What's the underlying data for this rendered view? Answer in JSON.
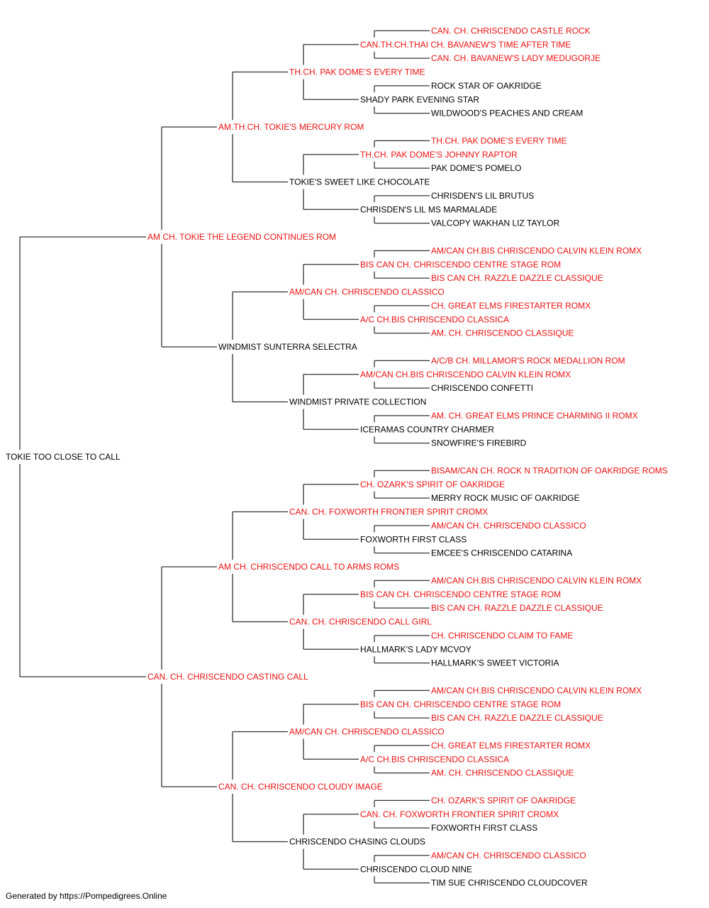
{
  "colors": {
    "champion": "#ee1111",
    "normal": "#000000",
    "line": "#333333"
  },
  "tree": {
    "name": "TOKIE TOO CLOSE TO CALL",
    "champion": false,
    "sire": {
      "name": "AM CH. TOKIE THE LEGEND CONTINUES ROM",
      "champion": true,
      "sire": {
        "name": "AM.TH.CH. TOKIE'S MERCURY ROM",
        "champion": true,
        "sire": {
          "name": "TH.CH. PAK DOME'S EVERY TIME",
          "champion": true,
          "sire": {
            "name": "CAN.TH.CH.THAI CH. BAVANEW'S TIME AFTER TIME",
            "champion": true,
            "sire": {
              "name": "CAN. CH. CHRISCENDO CASTLE ROCK",
              "champion": true
            },
            "dam": {
              "name": "CAN. CH. BAVANEW'S LADY MEDUGORJE",
              "champion": true
            }
          },
          "dam": {
            "name": "SHADY PARK EVENING STAR",
            "champion": false,
            "sire": {
              "name": "ROCK STAR OF OAKRIDGE",
              "champion": false
            },
            "dam": {
              "name": "WILDWOOD'S PEACHES AND CREAM",
              "champion": false
            }
          }
        },
        "dam": {
          "name": "TOKIE'S SWEET LIKE CHOCOLATE",
          "champion": false,
          "sire": {
            "name": "TH.CH. PAK DOME'S JOHNNY RAPTOR",
            "champion": true,
            "sire": {
              "name": "TH.CH. PAK DOME'S EVERY TIME",
              "champion": true
            },
            "dam": {
              "name": "PAK DOME'S POMELO",
              "champion": false
            }
          },
          "dam": {
            "name": "CHRISDEN'S LIL MS MARMALADE",
            "champion": false,
            "sire": {
              "name": "CHRISDEN'S LIL BRUTUS",
              "champion": false
            },
            "dam": {
              "name": "VALCOPY WAKHAN LIZ TAYLOR",
              "champion": false
            }
          }
        }
      },
      "dam": {
        "name": "WINDMIST SUNTERRA SELECTRA",
        "champion": false,
        "sire": {
          "name": "AM/CAN CH. CHRISCENDO CLASSICO",
          "champion": true,
          "sire": {
            "name": "BIS CAN CH. CHRISCENDO CENTRE STAGE ROM",
            "champion": true,
            "sire": {
              "name": "AM/CAN CH.BIS CHRISCENDO CALVIN KLEIN ROMX",
              "champion": true
            },
            "dam": {
              "name": "BIS CAN CH. RAZZLE DAZZLE CLASSIQUE",
              "champion": true
            }
          },
          "dam": {
            "name": "A/C CH.BIS CHRISCENDO CLASSICA",
            "champion": true,
            "sire": {
              "name": "CH. GREAT ELMS FIRESTARTER ROMX",
              "champion": true
            },
            "dam": {
              "name": "AM. CH. CHRISCENDO CLASSIQUE",
              "champion": true
            }
          }
        },
        "dam": {
          "name": "WINDMIST PRIVATE COLLECTION",
          "champion": false,
          "sire": {
            "name": "AM/CAN CH.BIS CHRISCENDO CALVIN KLEIN ROMX",
            "champion": true,
            "sire": {
              "name": "A/C/B CH. MILLAMOR'S ROCK MEDALLION ROM",
              "champion": true
            },
            "dam": {
              "name": "CHRISCENDO CONFETTI",
              "champion": false
            }
          },
          "dam": {
            "name": "ICERAMAS COUNTRY CHARMER",
            "champion": false,
            "sire": {
              "name": "AM. CH. GREAT ELMS PRINCE CHARMING II ROMX",
              "champion": true
            },
            "dam": {
              "name": "SNOWFIRE'S FIREBIRD",
              "champion": false
            }
          }
        }
      }
    },
    "dam": {
      "name": "CAN. CH. CHRISCENDO CASTING CALL",
      "champion": true,
      "sire": {
        "name": "AM CH. CHRISCENDO CALL TO ARMS ROMS",
        "champion": true,
        "sire": {
          "name": "CAN. CH. FOXWORTH FRONTIER SPIRIT CROMX",
          "champion": true,
          "sire": {
            "name": "CH. OZARK'S SPIRIT OF OAKRIDGE",
            "champion": true,
            "sire": {
              "name": "BISAM/CAN CH. ROCK N TRADITION OF OAKRIDGE ROMS",
              "champion": true
            },
            "dam": {
              "name": "MERRY ROCK MUSIC OF OAKRIDGE",
              "champion": false
            }
          },
          "dam": {
            "name": "FOXWORTH FIRST CLASS",
            "champion": false,
            "sire": {
              "name": "AM/CAN CH. CHRISCENDO CLASSICO",
              "champion": true
            },
            "dam": {
              "name": "EMCEE'S CHRISCENDO CATARINA",
              "champion": false
            }
          }
        },
        "dam": {
          "name": "CAN. CH. CHRISCENDO CALL GIRL",
          "champion": true,
          "sire": {
            "name": "BIS CAN CH. CHRISCENDO CENTRE STAGE ROM",
            "champion": true,
            "sire": {
              "name": "AM/CAN CH.BIS CHRISCENDO CALVIN KLEIN ROMX",
              "champion": true
            },
            "dam": {
              "name": "BIS CAN CH. RAZZLE DAZZLE CLASSIQUE",
              "champion": true
            }
          },
          "dam": {
            "name": "HALLMARK'S LADY MCVOY",
            "champion": false,
            "sire": {
              "name": "CH. CHRISCENDO CLAIM TO FAME",
              "champion": true
            },
            "dam": {
              "name": "HALLMARK'S SWEET VICTORIA",
              "champion": false
            }
          }
        }
      },
      "dam": {
        "name": "CAN. CH. CHRISCENDO CLOUDY IMAGE",
        "champion": true,
        "sire": {
          "name": "AM/CAN CH. CHRISCENDO CLASSICO",
          "champion": true,
          "sire": {
            "name": "BIS CAN CH. CHRISCENDO CENTRE STAGE ROM",
            "champion": true,
            "sire": {
              "name": "AM/CAN CH.BIS CHRISCENDO CALVIN KLEIN ROMX",
              "champion": true
            },
            "dam": {
              "name": "BIS CAN CH. RAZZLE DAZZLE CLASSIQUE",
              "champion": true
            }
          },
          "dam": {
            "name": "A/C CH.BIS CHRISCENDO CLASSICA",
            "champion": true,
            "sire": {
              "name": "CH. GREAT ELMS FIRESTARTER ROMX",
              "champion": true
            },
            "dam": {
              "name": "AM. CH. CHRISCENDO CLASSIQUE",
              "champion": true
            }
          }
        },
        "dam": {
          "name": "CHRISCENDO CHASING CLOUDS",
          "champion": false,
          "sire": {
            "name": "CAN. CH. FOXWORTH FRONTIER SPIRIT CROMX",
            "champion": true,
            "sire": {
              "name": "CH. OZARK'S SPIRIT OF OAKRIDGE",
              "champion": true
            },
            "dam": {
              "name": "FOXWORTH FIRST CLASS",
              "champion": false
            }
          },
          "dam": {
            "name": "CHRISCENDO CLOUD NINE",
            "champion": false,
            "sire": {
              "name": "AM/CAN CH. CHRISCENDO CLASSICO",
              "champion": true
            },
            "dam": {
              "name": "TIM SUE CHRISCENDO CLOUDCOVER",
              "champion": false
            }
          }
        }
      }
    }
  },
  "footer": "Generated by https://Pompedigrees.Online"
}
